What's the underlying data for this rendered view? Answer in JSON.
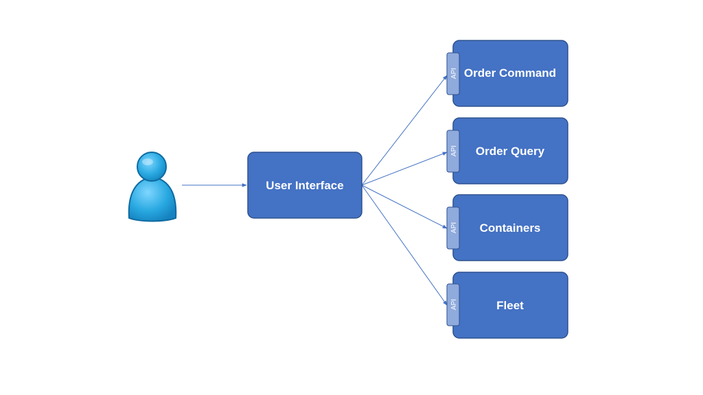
{
  "colors": {
    "box_fill": "#4472c4",
    "box_stroke": "#2f528f",
    "api_tab_fill": "#8faadc",
    "edge": "#4472c4",
    "user_icon": "#29a9e1"
  },
  "actor": {
    "icon": "user-icon"
  },
  "user_interface": {
    "label": "User Interface"
  },
  "services": [
    {
      "label": "Order Command",
      "api_label": "API"
    },
    {
      "label": "Order Query",
      "api_label": "API"
    },
    {
      "label": "Containers",
      "api_label": "API"
    },
    {
      "label": "Fleet",
      "api_label": "API"
    }
  ]
}
